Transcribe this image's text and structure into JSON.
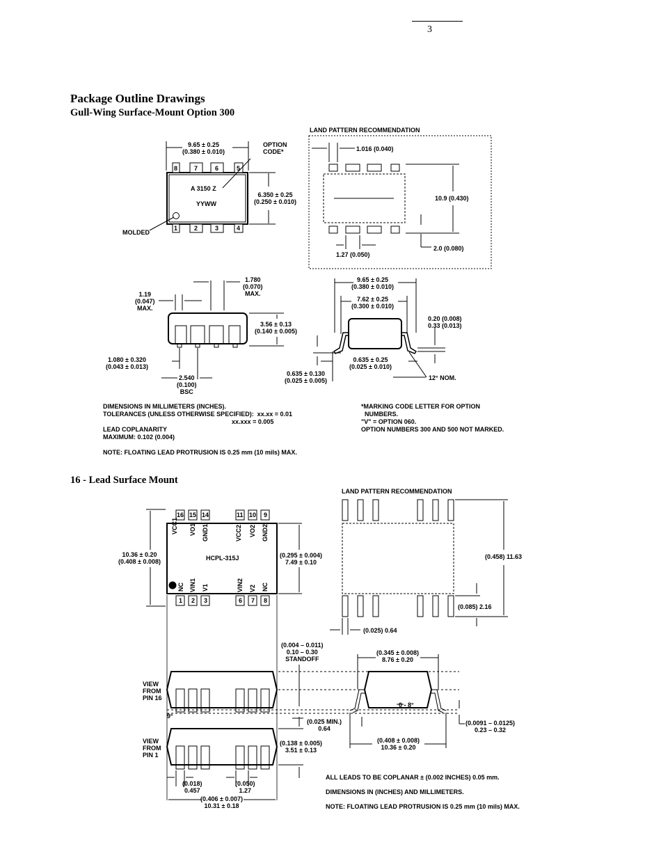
{
  "page_number": "3",
  "section_title": "Package Outline Drawings",
  "section1": {
    "subtitle": "Gull-Wing Surface-Mount Option 300",
    "land_pattern_title": "LAND PATTERN RECOMMENDATION",
    "top_width": "9.65 ± 0.25\n(0.380 ± 0.010)",
    "option_code": "OPTION\nCODE*",
    "chip_mark1": "A 3150 Z",
    "chip_mark2": "YYWW",
    "molded": "MOLDED",
    "body_width": "6.350 ± 0.25\n(0.250 ± 0.010)",
    "pins_top": [
      "8",
      "7",
      "6",
      "5"
    ],
    "pins_bottom": [
      "1",
      "2",
      "3",
      "4"
    ],
    "lp_pad_width": "1.016 (0.040)",
    "lp_height": "10.9 (0.430)",
    "lp_pitch": "1.27 (0.050)",
    "lp_pad_len": "2.0 (0.080)",
    "side_max": "1.19\n(0.047)\nMAX.",
    "side_top": "1.780\n(0.070)\nMAX.",
    "side_height": "3.56 ± 0.13\n(0.140 ± 0.005)",
    "side_standoff": "1.080 ± 0.320\n(0.043 ± 0.013)",
    "side_pitch": "2.540\n(0.100)\nBSC",
    "end_width": "9.65 ± 0.25\n(0.380 ± 0.010)",
    "end_body": "7.62 ± 0.25\n(0.300 ± 0.010)",
    "end_lead_thk": "0.20 (0.008)\n0.33 (0.013)",
    "end_lead_len": "0.635 ± 0.25\n(0.025 ± 0.010)",
    "end_foot": "0.635 ± 0.130\n(0.025 ± 0.005)",
    "end_angle": "12° NOM.",
    "notes_left": "DIMENSIONS IN MILLIMETERS (INCHES).\nTOLERANCES (UNLESS OTHERWISE SPECIFIED):  xx.xx = 0.01\n                                                                          xx.xxx = 0.005",
    "coplanarity": "LEAD COPLANARITY\nMAXIMUM: 0.102 (0.004)",
    "note_float": "NOTE: FLOATING LEAD PROTRUSION IS 0.25 mm (10 mils) MAX.",
    "notes_right": "*MARKING CODE LETTER FOR OPTION\n  NUMBERS.\n\"V\" = OPTION 060.\nOPTION NUMBERS 300 AND 500 NOT MARKED."
  },
  "section2": {
    "subtitle": "16 - Lead Surface Mount",
    "land_pattern_title": "LAND PATTERN RECOMMENDATION",
    "pins_top": [
      "16",
      "15",
      "14",
      "11",
      "10",
      "9"
    ],
    "pins_bottom": [
      "1",
      "2",
      "3",
      "6",
      "7",
      "8"
    ],
    "pin_labels_top": [
      "VCC1",
      "VO1",
      "GND1",
      "VCC2",
      "VO2",
      "GND2"
    ],
    "pin_labels_bottom": [
      "NC",
      "VIN1",
      "V1",
      "VIN2",
      "V2",
      "NC"
    ],
    "part_number": "HCPL-315J",
    "width_left": "10.36 ± 0.20\n(0.408 ± 0.008)",
    "width_right": "(0.295 ± 0.004)\n7.49 ± 0.10",
    "lp_height": "(0.458) 11.63",
    "lp_pad": "(0.085) 2.16",
    "lp_pitch": "(0.025) 0.64",
    "standoff": "(0.004 – 0.011)\n0.10 – 0.30\nSTANDOFF",
    "end_body": "(0.345 ± 0.008)\n8.76 ± 0.20",
    "angle_range": "0 - 8°",
    "lead_thk": "(0.0091 – 0.0125)\n0.23 – 0.32",
    "min_lead": "(0.025 MIN.)\n0.64",
    "end_total": "(0.408 ± 0.008)\n10.36 ± 0.20",
    "view16": "VIEW\nFROM\nPIN 16",
    "view1": "VIEW\nFROM\nPIN 1",
    "angle9": "9°",
    "body_height": "(0.138 ± 0.005)\n3.51 ± 0.13",
    "lead_width": "(0.018)\n0.457",
    "lead_pitch": "(0.050)\n1.27",
    "total_len": "(0.406 ± 0.007)\n10.31 ± 0.18",
    "note1": "ALL LEADS TO BE COPLANAR ± (0.002 INCHES) 0.05 mm.",
    "note2": "DIMENSIONS IN (INCHES) AND MILLIMETERS.",
    "note3": "NOTE: FLOATING LEAD PROTRUSION IS 0.25 mm (10 mils) MAX."
  }
}
